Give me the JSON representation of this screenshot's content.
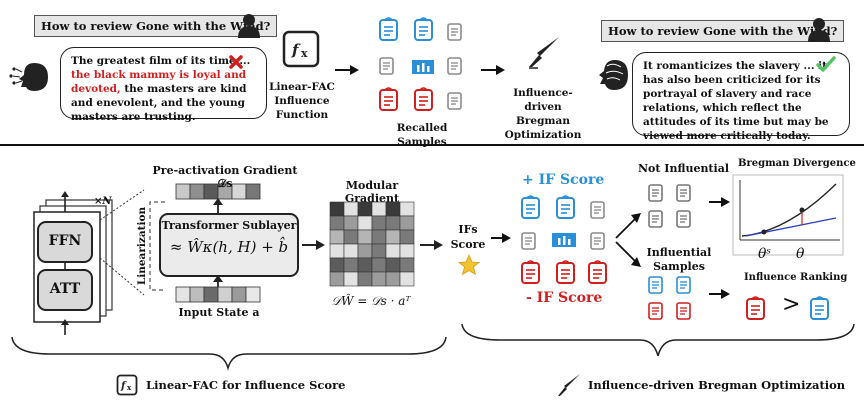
{
  "colors": {
    "red": "#d11f1f",
    "blue": "#2a8fd6",
    "gray": "#8a8a8a",
    "green": "#58c168"
  },
  "top": {
    "question_left": "How to review Gone with the Wind?",
    "answer_bad_part1": "The greatest film of its time ...",
    "answer_bad_red": "the black mammy is loyal and devoted,",
    "answer_bad_part2": "the masters are kind and enevolent, and the young masters are trusting.",
    "fx_label": "Linear-FAC Influence Function",
    "recalled_label": "Recalled Samples",
    "opt_label": "Influence-driven Bregman Optimization",
    "question_right": "How to review Gone with the Wind?",
    "answer_good": "It romanticizes the slavery ... it has also been criticized for its portrayal of slavery and race relations, which reflect the attitudes of its time but may be viewed more critically today."
  },
  "bottom": {
    "times_n": "×N",
    "ffn": "FFN",
    "att": "ATT",
    "linearization": "Linearization",
    "preact_title": "Pre-activation Gradient 𝒟s",
    "sublayer_title": "Transformer Sublayer",
    "sublayer_formula": "≈ Ŵκ(h, H) + b̂",
    "input_state": "Input State a",
    "modular_title": "Modular Gradient",
    "modular_formula": "𝒟Ŵ = 𝒟s · aᵀ",
    "ifs_score": "IFs Score",
    "plus_if": "+ IF Score",
    "minus_if": "- IF Score",
    "not_influential": "Not Influential",
    "influential": "Influential Samples",
    "bregman_title": "Bregman Divergence",
    "theta_s": "θˢ",
    "theta": "θ",
    "ranking_title": "Influence Ranking",
    "gt": ">"
  },
  "footer": {
    "left_label": "Linear-FAC for Influence Score",
    "right_label": "Influence-driven Bregman Optimization"
  }
}
